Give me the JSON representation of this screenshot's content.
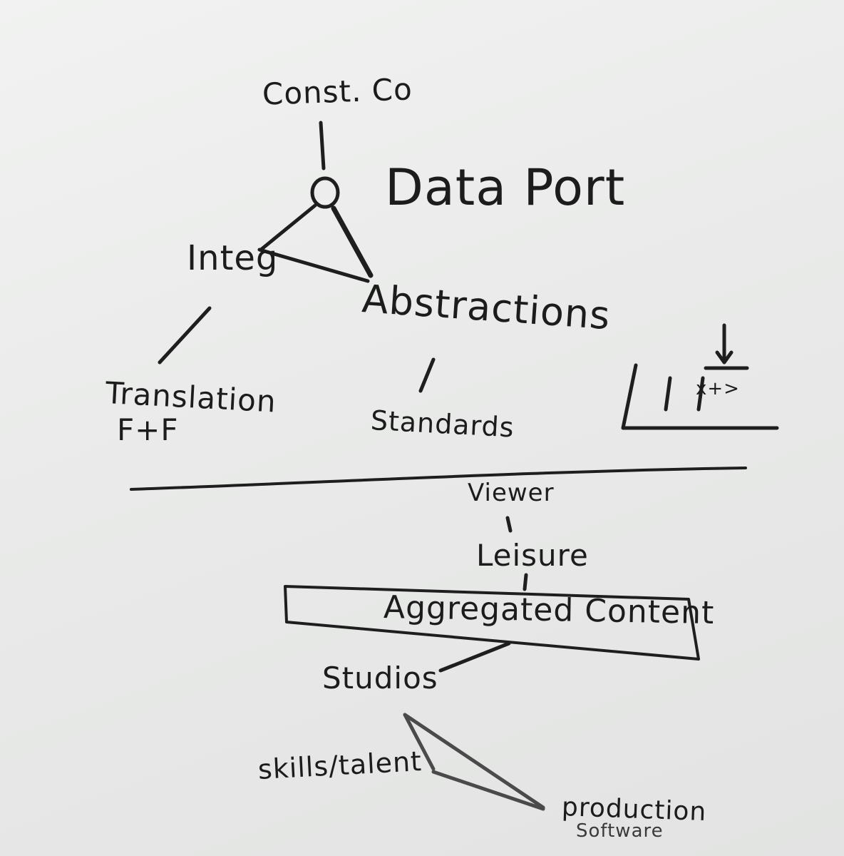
{
  "whiteboard": {
    "labels": {
      "const_co": "Const. Co",
      "data_port": "Data Port",
      "integ": "Integ",
      "abstractions": "Abstractions",
      "translation": "Translation",
      "f_and_f": "F+F",
      "standards": "Standards",
      "viewer": "Viewer",
      "leisure": "Leisure",
      "aggregated_content": "Aggregated Content",
      "studios": "Studios",
      "skills_talent": "skills/talent",
      "production": "production",
      "software": "Software",
      "sidebar_sketch_text": "x+>"
    }
  }
}
